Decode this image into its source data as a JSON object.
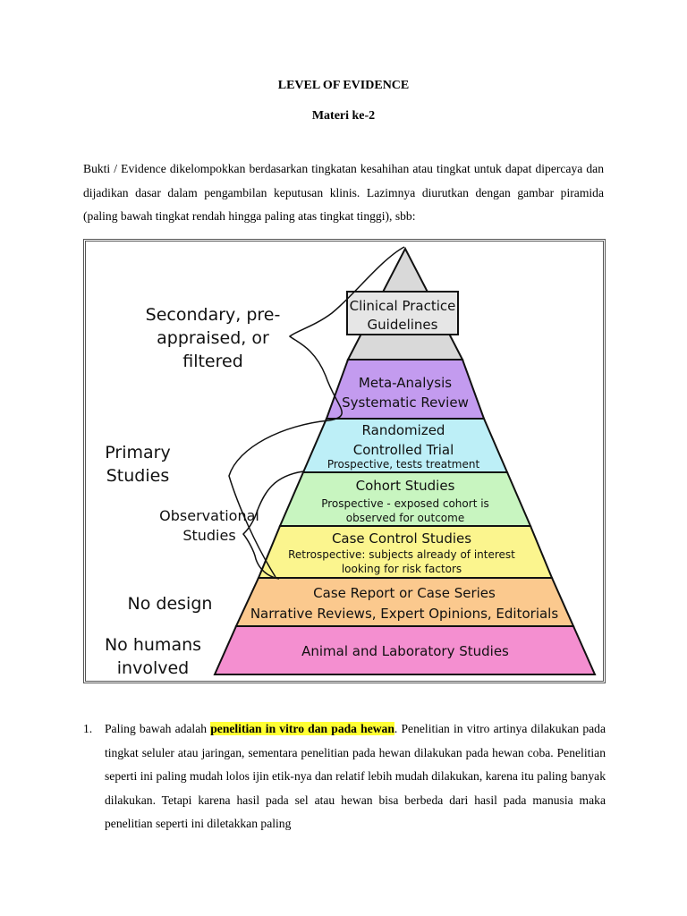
{
  "header": {
    "title": "LEVEL OF EVIDENCE",
    "subtitle": "Materi ke-2"
  },
  "intro": {
    "text": "Bukti / Evidence dikelompokkan berdasarkan tingkatan kesahihan atau tingkat untuk dapat dipercaya dan dijadikan dasar dalam pengambilan keputusan klinis. Lazimnya diurutkan dengan gambar piramida (paling bawah tingkat rendah hingga paling atas tingkat tinggi), sbb:"
  },
  "pyramid": {
    "levels": [
      {
        "line1": "Clinical Practice",
        "line2": "Guidelines",
        "line3": "",
        "color": "#d9d9d9"
      },
      {
        "line1": "Meta-Analysis",
        "line2": "Systematic Review",
        "line3": "",
        "color": "#c39bef"
      },
      {
        "line1": "Randomized",
        "line2": "Controlled Trial",
        "line3": "Prospective, tests treatment",
        "color": "#bdeff7"
      },
      {
        "line1": "Cohort Studies",
        "line2": "Prospective - exposed cohort is",
        "line3": "observed for outcome",
        "color": "#c8f5c0"
      },
      {
        "line1": "Case Control Studies",
        "line2": "Retrospective: subjects already of interest",
        "line3": "looking for risk factors",
        "color": "#fbf58e"
      },
      {
        "line1": "Case Report or Case Series",
        "line2": "Narrative Reviews, Expert Opinions, Editorials",
        "line3": "",
        "color": "#fbc98e"
      },
      {
        "line1": "Animal and Laboratory Studies",
        "line2": "",
        "line3": "",
        "color": "#f48fd0"
      }
    ],
    "side_labels": {
      "secondary": [
        "Secondary, pre-",
        "appraised, or",
        "filtered"
      ],
      "primary": [
        "Primary",
        "Studies"
      ],
      "observational": [
        "Observational",
        "Studies"
      ],
      "no_design": "No design",
      "no_humans": [
        "No humans",
        "involved"
      ]
    }
  },
  "list": {
    "number": "1.",
    "before": "Paling bawah adalah ",
    "highlight": "penelitian in vitro dan pada hewan",
    "after": ". Penelitian in vitro artinya dilakukan pada tingkat seluler atau jaringan, sementara penelitian pada hewan dilakukan pada hewan coba. Penelitian seperti ini paling mudah lolos ijin etik-nya dan relatif lebih mudah dilakukan, karena itu paling banyak dilakukan. Tetapi karena hasil pada sel atau hewan bisa berbeda dari hasil pada manusia maka penelitian seperti ini diletakkan paling"
  }
}
